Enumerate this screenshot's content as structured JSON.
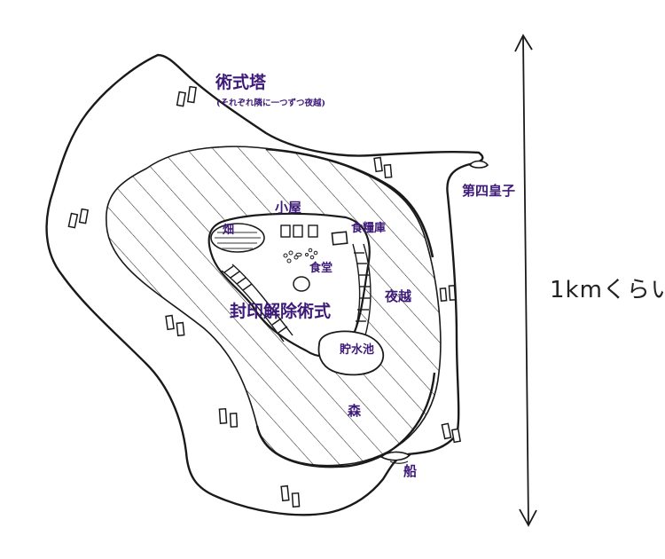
{
  "labels": {
    "tower": "術式塔",
    "tower_note": "(それぞれ隣に一つずつ夜越)",
    "prince": "第四皇子",
    "hut": "小屋",
    "field": "畑",
    "storehouse": "食糧庫",
    "dining": "食堂",
    "seal": "封印解除術式",
    "yagoshi": "夜越",
    "pond": "貯水池",
    "forest": "森",
    "ship": "船"
  },
  "scale": {
    "text": "1kmくらい"
  },
  "colors": {
    "label": "#3d1a78",
    "ink": "#1a1a1a"
  }
}
